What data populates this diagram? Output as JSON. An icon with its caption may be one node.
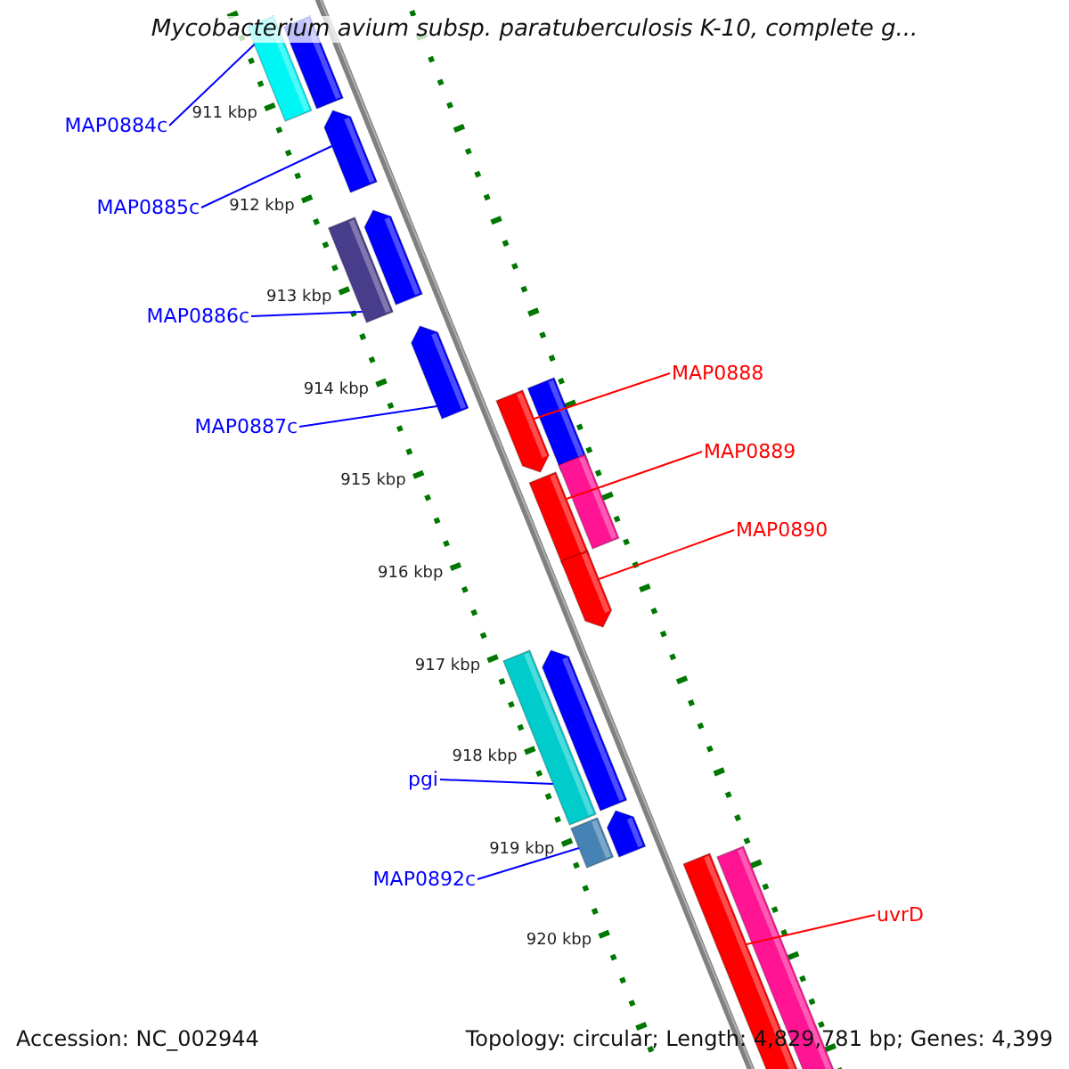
{
  "diagram": {
    "title": "Mycobacterium avium subsp. paratuberculosis K-10, complete g...",
    "nodes": [
      {
        "text": [
          "MAP0884c"
        ]
      },
      {
        "text": [
          "MAP0885c"
        ]
      },
      {
        "text": [
          "MAP0886c"
        ]
      },
      {
        "text": [
          "MAP0887c"
        ]
      },
      {
        "text": [
          "MAP0888"
        ]
      },
      {
        "text": [
          "MAP0889"
        ]
      },
      {
        "text": [
          "MAP0890"
        ]
      },
      {
        "text": [
          "pgi"
        ]
      },
      {
        "text": [
          "MAP0892c"
        ]
      },
      {
        "text": [
          "uvrD"
        ]
      },
      {
        "text": [],
        "shape": "bar"
      },
      {
        "text": [],
        "shape": "bar"
      },
      {
        "text": [],
        "shape": "bar"
      },
      {
        "text": [],
        "shape": "bar"
      },
      {
        "text": [],
        "shape": "bar"
      },
      {
        "text": [],
        "shape": "bar"
      },
      {
        "text": [],
        "shape": "bar"
      },
      {
        "text": [],
        "shape": "bar"
      },
      {
        "text": [],
        "shape": "bar"
      },
      {
        "text": [],
        "shape": "bar"
      },
      {
        "text": [],
        "shape": "bar"
      },
      {
        "text": [],
        "shape": "bar"
      },
      {
        "text": [],
        "shape": "bar"
      },
      {
        "text": [],
        "shape": "bar"
      },
      {
        "text": [],
        "shape": "bar"
      },
      {
        "text": [],
        "shape": "bar"
      },
      {
        "text": [],
        "shape": "bar"
      }
    ],
    "edges": [
      {
        "from": 0,
        "to": 10,
        "arrow": "none"
      },
      {
        "from": 1,
        "to": 12,
        "arrow": "none"
      },
      {
        "from": 2,
        "to": 14,
        "arrow": "none"
      },
      {
        "from": 3,
        "to": 15,
        "arrow": "none"
      },
      {
        "from": 4,
        "to": 17,
        "arrow": "none",
        "color": "#ff0000"
      },
      {
        "from": 5,
        "to": 19,
        "arrow": "none",
        "color": "#ff0000"
      },
      {
        "from": 6,
        "to": 20,
        "arrow": "none",
        "color": "#ff0000"
      },
      {
        "from": 7,
        "to": 22,
        "arrow": "none"
      },
      {
        "from": 8,
        "to": 24,
        "arrow": "none"
      },
      {
        "from": 9,
        "to": 26,
        "arrow": "none",
        "color": "#ff0000"
      }
    ],
    "labels": [
      "911 kbp",
      "912 kbp",
      "913 kbp",
      "914 kbp",
      "915 kbp",
      "916 kbp",
      "917 kbp",
      "918 kbp",
      "919 kbp",
      "920 kbp",
      "Accession: NC_002944",
      "Topology: circular; Length: 4,829,781 bp; Genes: 4,399"
    ]
  }
}
